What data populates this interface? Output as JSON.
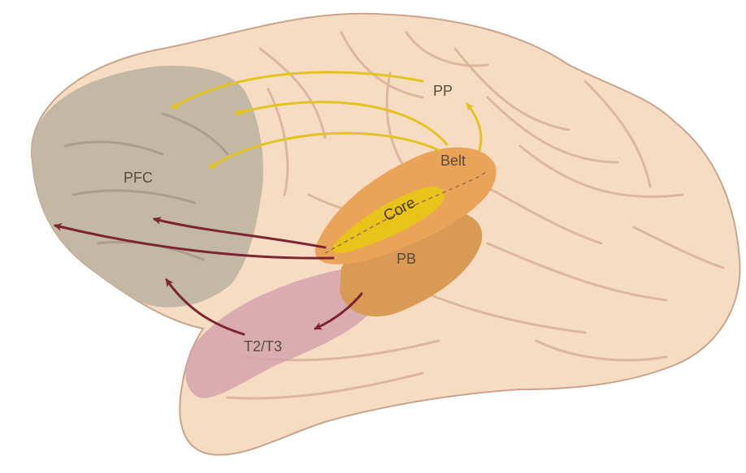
{
  "labels": {
    "pp": "PP",
    "belt": "Belt",
    "core": "Core",
    "pb": "PB",
    "pfc": "PFC",
    "t2t3": "T2/T3"
  },
  "colors": {
    "brain_fill": "#f7dcc4",
    "brain_outline": "#c9a48a",
    "sulcus": "#dcb79d",
    "pfc_region": "#c3b8a4",
    "belt_region": "#e9a45a",
    "core_region": "#e8c31a",
    "pb_region": "#d99a55",
    "temporal_region": "#d3a3ad",
    "dorsal_stream_arrow": "#e3c31f",
    "ventral_stream_arrow": "#7c2530"
  }
}
